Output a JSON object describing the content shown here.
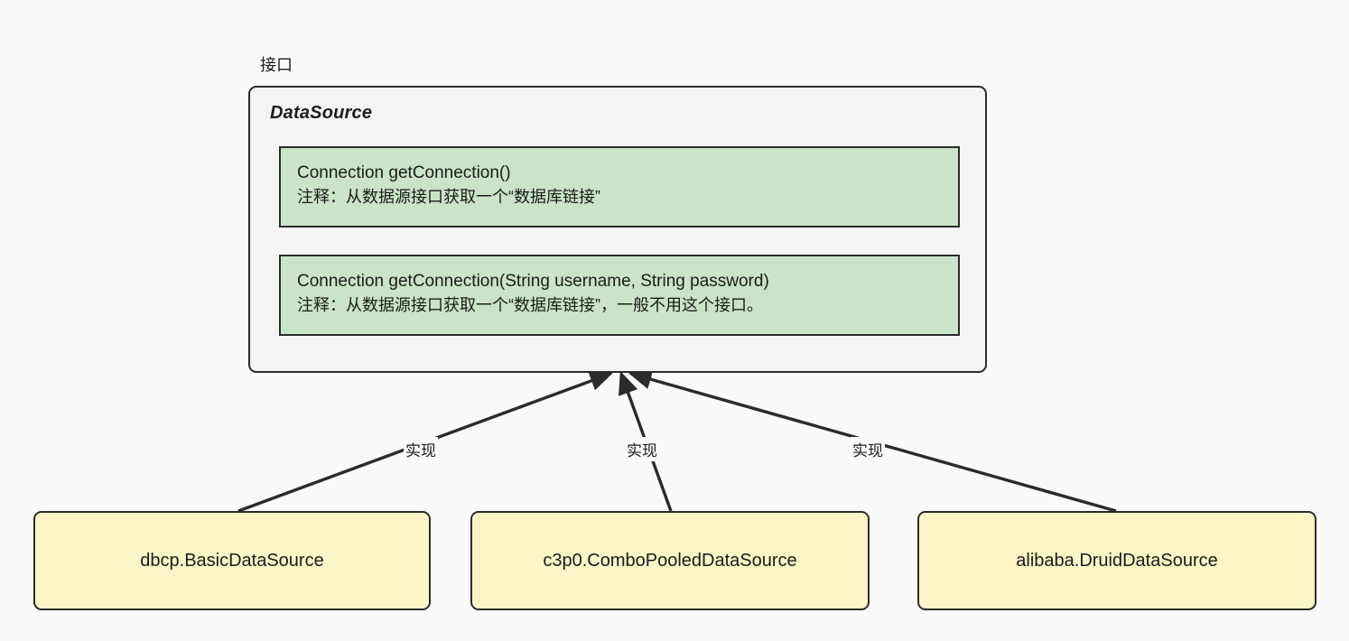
{
  "diagram": {
    "type": "uml-class-diagram",
    "background_color": "#fafafa",
    "stereotype_label": "接口",
    "interface": {
      "name": "DataSource",
      "fill_color": "#f4f4f4",
      "border_color": "#2b2b2b",
      "methods": [
        {
          "signature": "Connection getConnection()",
          "note": "注释：从数据源接口获取一个“数据库链接”",
          "fill_color": "#c9e4c9"
        },
        {
          "signature": "Connection getConnection(String username, String password)",
          "note": "注释：从数据源接口获取一个“数据库链接”，一般不用这个接口。",
          "fill_color": "#c9e4c9"
        }
      ]
    },
    "implementations": [
      {
        "label": "dbcp.BasicDataSource",
        "fill_color": "#fcf5c7"
      },
      {
        "label": "c3p0.ComboPooledDataSource",
        "fill_color": "#fcf5c7"
      },
      {
        "label": "alibaba.DruidDataSource",
        "fill_color": "#fcf5c7"
      }
    ],
    "edges": [
      {
        "label": "实现",
        "from": "dbcp.BasicDataSource",
        "to": "DataSource",
        "arrow": "solid-filled"
      },
      {
        "label": "实现",
        "from": "c3p0.ComboPooledDataSource",
        "to": "DataSource",
        "arrow": "solid-filled"
      },
      {
        "label": "实现",
        "from": "alibaba.DruidDataSource",
        "to": "DataSource",
        "arrow": "solid-filled"
      }
    ]
  }
}
